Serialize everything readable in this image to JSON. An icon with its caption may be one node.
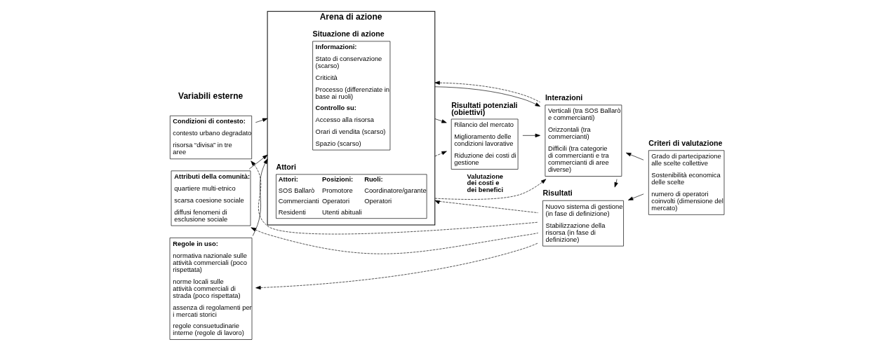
{
  "diagram": {
    "nodes": [
      {
        "text": [
          "Condizioni di contesto:",
          "contesto urbano degradato",
          "risorsa “divisa” in tre aree"
        ]
      },
      {
        "text": [
          "Attributi della comunità:",
          "quartiere multi-etnico",
          "scarsa coesione sociale",
          "diffusi fenomeni di esclusione sociale"
        ]
      },
      {
        "text": [
          "Regole in uso:",
          "normativa nazionale sulle attività commerciali (poco rispettata)",
          "norme locali sulle attività commerciali di strada (poco rispettata)",
          "assenza di regolamenti per i mercati storici",
          "regole consuetudinarie interne (regole di lavoro)"
        ]
      },
      {
        "text": [
          "Arena di azione"
        ]
      },
      {
        "text": [
          "Situazione di azione",
          "Informazioni:",
          "Stato di conservazione (scarso)",
          "Criticità",
          "Processo (differenziate in base ai ruoli)",
          "Controllo su:",
          "Accesso alla risorsa",
          "Orari di vendita (scarso)",
          "Spazio (scarso)"
        ],
        "in": 3
      },
      {
        "text": [
          "Attori",
          "Attori:",
          "Posizioni:",
          "Ruoli:",
          "SOS Ballarò",
          "Promotore",
          "Coordinatore/garante",
          "Commercianti",
          "Operatori",
          "Operatori",
          "Residenti",
          "Utenti abituali"
        ],
        "in": 3
      },
      {
        "text": [
          "Risultati potenziali (obiettivi)",
          "Rilancio del mercato",
          "Miglioramento delle condizioni lavorative",
          "Riduzione dei costi di gestione"
        ]
      },
      {
        "text": [
          "Interazioni",
          "Verticali (tra SOS Ballarò e commercianti)",
          "Orizzontali (tra commercianti)",
          "Difficili (tra categorie di commercianti e tra commercianti di aree diverse)"
        ]
      },
      {
        "text": [
          "Criteri di valutazione",
          "Grado di partecipazione alle scelte collettive",
          "Sostenibilità economica delle scelte",
          "numero di operatori coinvolti (dimensione del mercato)"
        ]
      },
      {
        "text": [
          "Risultati",
          "Nuovo sistema di gestione (in fase di definizione)",
          "Stabilizzazione della risorsa (in fase di definizione)"
        ]
      }
    ],
    "edges": [
      {
        "from": 0,
        "to": 3,
        "arrow": "to"
      },
      {
        "from": 1,
        "to": 3,
        "arrow": "to"
      },
      {
        "from": 2,
        "to": 3,
        "arrow": "to"
      },
      {
        "from": 3,
        "to": 6,
        "arrow": "to"
      },
      {
        "from": 6,
        "to": 7,
        "arrow": "to"
      },
      {
        "from": 3,
        "to": 7,
        "arrow": "to"
      },
      {
        "from": 7,
        "to": 3,
        "arrow": "to",
        "style": "dashed"
      },
      {
        "from": 3,
        "to": 6,
        "arrow": "to",
        "style": "dashed"
      },
      {
        "from": 3,
        "to": 7,
        "arrow": "to",
        "style": "dashed",
        "label": "Valutazione dei costi e dei benefici"
      },
      {
        "from": 7,
        "to": 9,
        "arrow": "to"
      },
      {
        "from": 8,
        "to": 7,
        "arrow": "to"
      },
      {
        "from": 8,
        "to": 9,
        "arrow": "to"
      },
      {
        "from": 9,
        "to": 0,
        "arrow": "to",
        "style": "dashed"
      },
      {
        "from": 9,
        "to": 1,
        "arrow": "to",
        "style": "dashed"
      },
      {
        "from": 9,
        "to": 2,
        "arrow": "to",
        "style": "dashed"
      },
      {
        "from": 9,
        "to": 3,
        "arrow": "to",
        "style": "dashed"
      }
    ],
    "labels": [
      "Variabili esterne"
    ]
  }
}
